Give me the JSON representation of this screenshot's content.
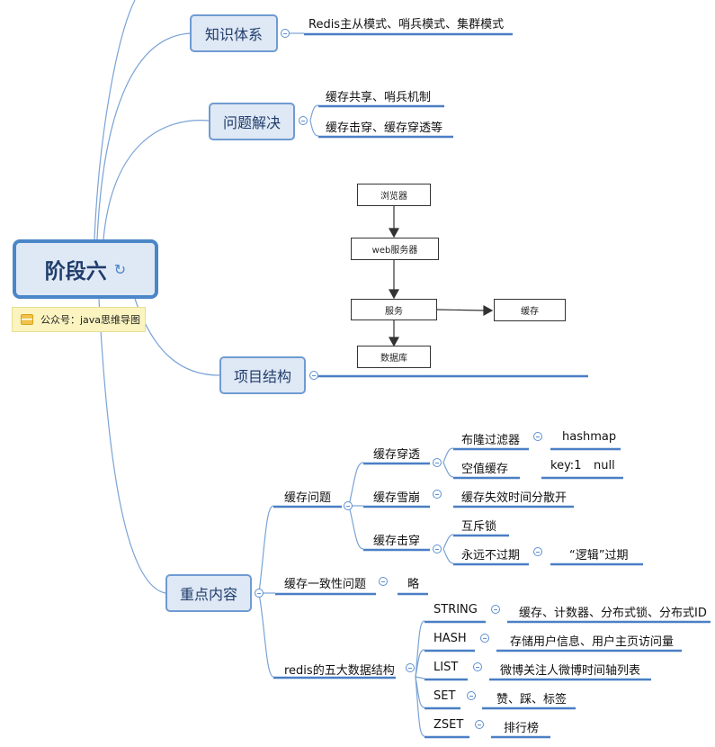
{
  "root": {
    "title": "阶段六",
    "note": "公众号：java思维导图"
  },
  "branches": {
    "knowledge": {
      "title": "知识体系",
      "items": [
        "Redis主从模式、哨兵模式、集群模式"
      ]
    },
    "problems": {
      "title": "问题解决",
      "items": [
        "缓存共享、哨兵机制",
        "缓存击穿、缓存穿透等"
      ]
    },
    "structure": {
      "title": "项目结构",
      "flow": {
        "browser": "浏览器",
        "web": "web服务器",
        "service": "服务",
        "cache": "缓存",
        "db": "数据库"
      }
    },
    "key": {
      "title": "重点内容",
      "cache_issues": {
        "title": "缓存问题",
        "penetration": {
          "title": "缓存穿透",
          "bloom": "布隆过滤器",
          "hashmap": "hashmap",
          "nullcache": "空值缓存",
          "keyval": "key:1",
          "nullval": "null"
        },
        "avalanche": {
          "title": "缓存雪崩",
          "detail": "缓存失效时间分散开"
        },
        "breakdown": {
          "title": "缓存击穿",
          "mutex": "互斥锁",
          "never": "永远不过期",
          "logical": "“逻辑”过期"
        }
      },
      "consistency": {
        "title": "缓存一致性问题",
        "detail": "略"
      },
      "structures": {
        "title": "redis的五大数据结构",
        "items": [
          {
            "name": "STRING",
            "desc": "缓存、计数器、分布式锁、分布式ID"
          },
          {
            "name": "HASH",
            "desc": "存储用户信息、用户主页访问量"
          },
          {
            "name": "LIST",
            "desc": "微博关注人微博时间轴列表"
          },
          {
            "name": "SET",
            "desc": "赞、踩、标签"
          },
          {
            "name": "ZSET",
            "desc": "排行榜"
          }
        ]
      }
    }
  },
  "colors": {
    "line": "#6f9bd1",
    "underline": "#4a7fc4",
    "topic_fill": "#dfe8f5",
    "note_fill": "#fbf4c0"
  }
}
